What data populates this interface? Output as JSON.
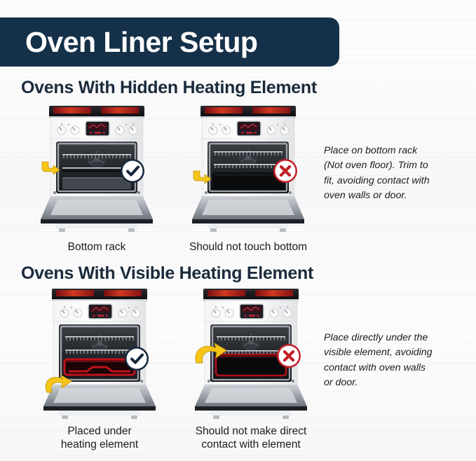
{
  "banner": {
    "title": "Oven Liner Setup",
    "bg_color": "#153149",
    "text_color": "#ffffff"
  },
  "sections": [
    {
      "id": "hidden",
      "heading": "Ovens With Hidden Heating Element"
    },
    {
      "id": "visible",
      "heading": "Ovens With Visible Heating Element"
    }
  ],
  "cards": [
    {
      "id": "hidden-correct",
      "caption": "Bottom rack",
      "badge": "check",
      "badge_color": "#13263a",
      "arrow": "straight-right",
      "arrow_color": "#f5c518",
      "heating_element": "hidden",
      "liner_position": "bottom-rack"
    },
    {
      "id": "hidden-incorrect",
      "caption": "Should not touch bottom",
      "badge": "cross",
      "badge_color": "#c22026",
      "arrow": "straight-right",
      "arrow_color": "#f5c518",
      "heating_element": "hidden",
      "liner_position": "oven-floor"
    },
    {
      "id": "visible-correct",
      "caption": "Placed under\nheating element",
      "badge": "check",
      "badge_color": "#13263a",
      "arrow": "curved-right",
      "arrow_color": "#f5c518",
      "heating_element": "visible",
      "liner_position": "under-element"
    },
    {
      "id": "visible-incorrect",
      "caption": "Should not make direct\ncontact with element",
      "badge": "cross",
      "badge_color": "#c22026",
      "arrow": "curved-right",
      "arrow_color": "#f5c518",
      "heating_element": "visible",
      "liner_position": "touching-element"
    }
  ],
  "notes": [
    {
      "id": "note-hidden",
      "text": "Place on bottom rack\n(Not oven floor). Trim to\nfit, avoiding contact with\noven walls or door."
    },
    {
      "id": "note-visible",
      "text": "Place directly under the\nvisible element, avoiding\ncontact with oven walls\nor door."
    }
  ],
  "colors": {
    "background": "#fbfbfb",
    "navy": "#153149",
    "heading_text": "#1b2b3c",
    "body_text": "#1d1d1d",
    "yellow_arrow": "#f5c518",
    "red_element": "#c1121c",
    "check_badge": "#13263a",
    "cross_badge": "#c22026"
  }
}
